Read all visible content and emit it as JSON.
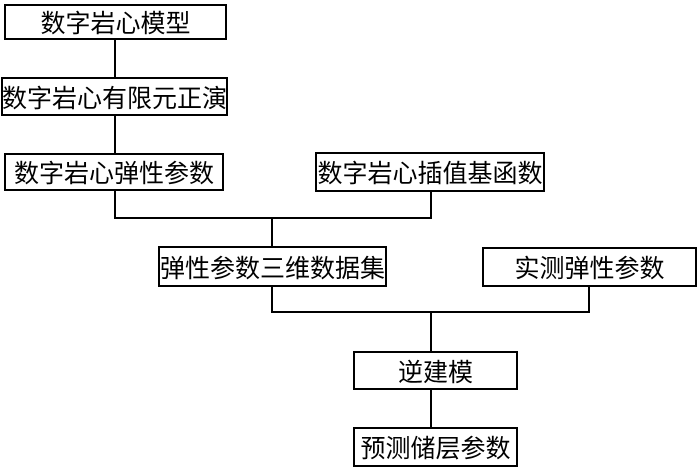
{
  "diagram": {
    "type": "flowchart",
    "title": "",
    "boxes": [
      {
        "id": "digital-core-model",
        "label": "数字岩心模型"
      },
      {
        "id": "fem-forward-modeling",
        "label": "数字岩心有限元正演"
      },
      {
        "id": "core-elastic-params",
        "label": "数字岩心弹性参数"
      },
      {
        "id": "interp-basis-function",
        "label": "数字岩心插值基函数"
      },
      {
        "id": "elastic-3d-dataset",
        "label": "弹性参数三维数据集"
      },
      {
        "id": "measured-elastic",
        "label": "实测弹性参数"
      },
      {
        "id": "inverse-modeling",
        "label": "逆建模"
      },
      {
        "id": "predicted-reservoir",
        "label": "预测储层参数"
      }
    ],
    "edges": [
      {
        "from": "digital-core-model",
        "to": "fem-forward-modeling"
      },
      {
        "from": "fem-forward-modeling",
        "to": "core-elastic-params"
      },
      {
        "from": "core-elastic-params",
        "to": "elastic-3d-dataset"
      },
      {
        "from": "interp-basis-function",
        "to": "elastic-3d-dataset"
      },
      {
        "from": "elastic-3d-dataset",
        "to": "inverse-modeling"
      },
      {
        "from": "measured-elastic",
        "to": "inverse-modeling"
      },
      {
        "from": "inverse-modeling",
        "to": "predicted-reservoir"
      }
    ],
    "colors": {
      "border": "#000000",
      "background": "#ffffff",
      "text": "#000000"
    }
  }
}
